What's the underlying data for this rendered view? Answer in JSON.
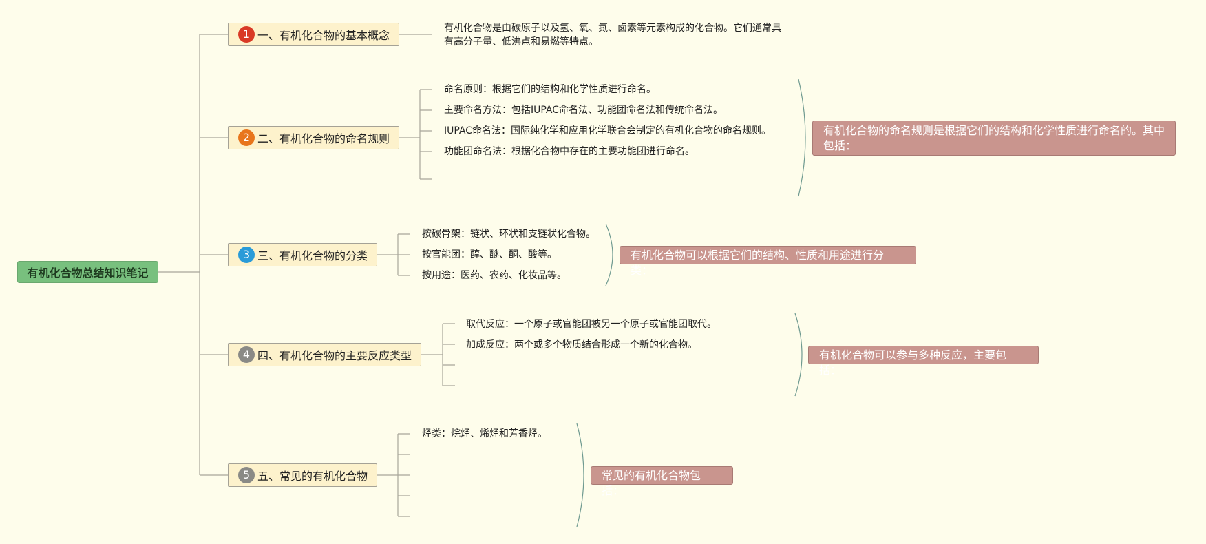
{
  "root": {
    "label": "有机化合物总结知识笔记"
  },
  "colors": {
    "root": "#78c07e",
    "topic": "#fdf2cc",
    "summary": "#c9958e"
  },
  "topics": [
    {
      "number": "1",
      "badge_color": "#d93a26",
      "label": "一、有机化合物的基本概念",
      "details": [
        "有机化合物是由碳原子以及氢、氧、氮、卤素等元素构成的化合物。它们通常具有高分子量、低沸点和易燃等特点。"
      ]
    },
    {
      "number": "2",
      "badge_color": "#e8751c",
      "label": "二、有机化合物的命名规则",
      "details": [
        "命名原则：根据它们的结构和化学性质进行命名。",
        "主要命名方法：包括IUPAC命名法、功能团命名法和传统命名法。",
        "IUPAC命名法：国际纯化学和应用化学联合会制定的有机化合物的命名规则。",
        "功能团命名法：根据化合物中存在的主要功能团进行命名。",
        ""
      ],
      "summary": "有机化合物的命名规则是根据它们的结构和化学性质进行命名的。其中包括："
    },
    {
      "number": "3",
      "badge_color": "#2a9bd8",
      "label": "三、有机化合物的分类",
      "details": [
        "按碳骨架：链状、环状和支链状化合物。",
        "按官能团：醇、醚、酮、酸等。",
        "按用途：医药、农药、化妆品等。"
      ],
      "summary": "有机化合物可以根据它们的结构、性质和用途进行分类："
    },
    {
      "number": "4",
      "badge_color": "#8a8a86",
      "label": "四、有机化合物的主要反应类型",
      "details": [
        "取代反应：一个原子或官能团被另一个原子或官能团取代。",
        "加成反应：两个或多个物质结合形成一个新的化合物。",
        "",
        ""
      ],
      "summary": "有机化合物可以参与多种反应，主要包括："
    },
    {
      "number": "5",
      "badge_color": "#8a8a86",
      "label": "五、常见的有机化合物",
      "details": [
        "烃类：烷烃、烯烃和芳香烃。",
        "",
        "",
        "",
        ""
      ],
      "summary": "常见的有机化合物包括："
    }
  ]
}
